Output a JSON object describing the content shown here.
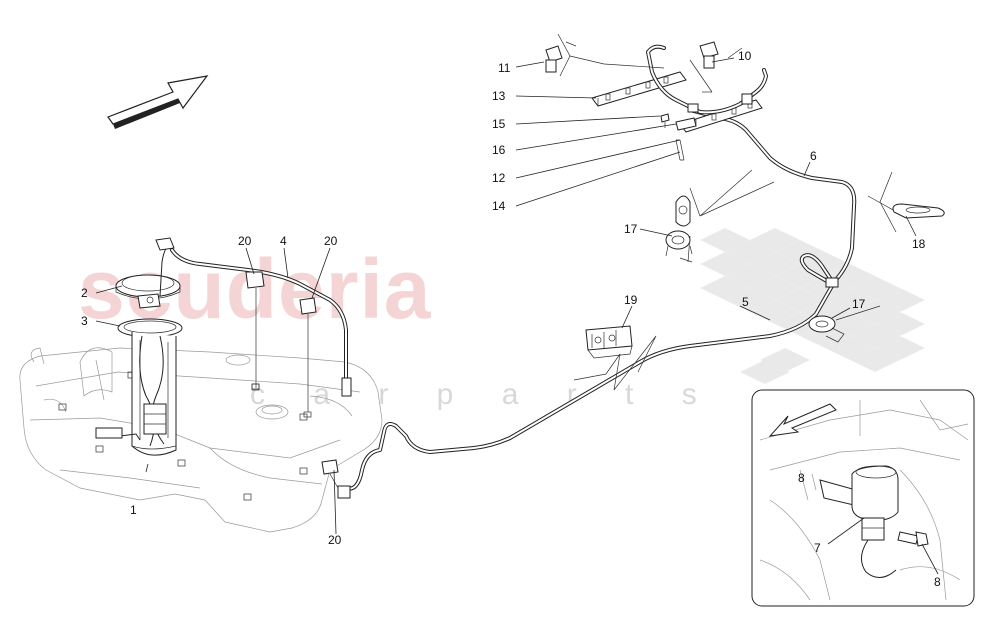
{
  "watermark": {
    "brand": "scuderia",
    "sub": "c a r  p a r t s"
  },
  "callouts": {
    "c1": "1",
    "c2": "2",
    "c3": "3",
    "c4": "4",
    "c5": "5",
    "c6": "6",
    "c7": "7",
    "c8": "8",
    "c8_marker": "8",
    "c10": "10",
    "c11": "11",
    "c12": "12",
    "c13": "13",
    "c14": "14",
    "c15": "15",
    "c16": "16",
    "c17a": "17",
    "c17b": "17",
    "c18": "18",
    "c19": "19",
    "c20a": "20",
    "c20b": "20",
    "c20c": "20"
  },
  "icons": {
    "direction": "direction-arrow-icon",
    "inset_direction": "inset-direction-arrow-icon"
  },
  "colors": {
    "watermark_red": "#f2c6c8",
    "checker_grey": "#d9d9d9",
    "ink": "#222222"
  }
}
